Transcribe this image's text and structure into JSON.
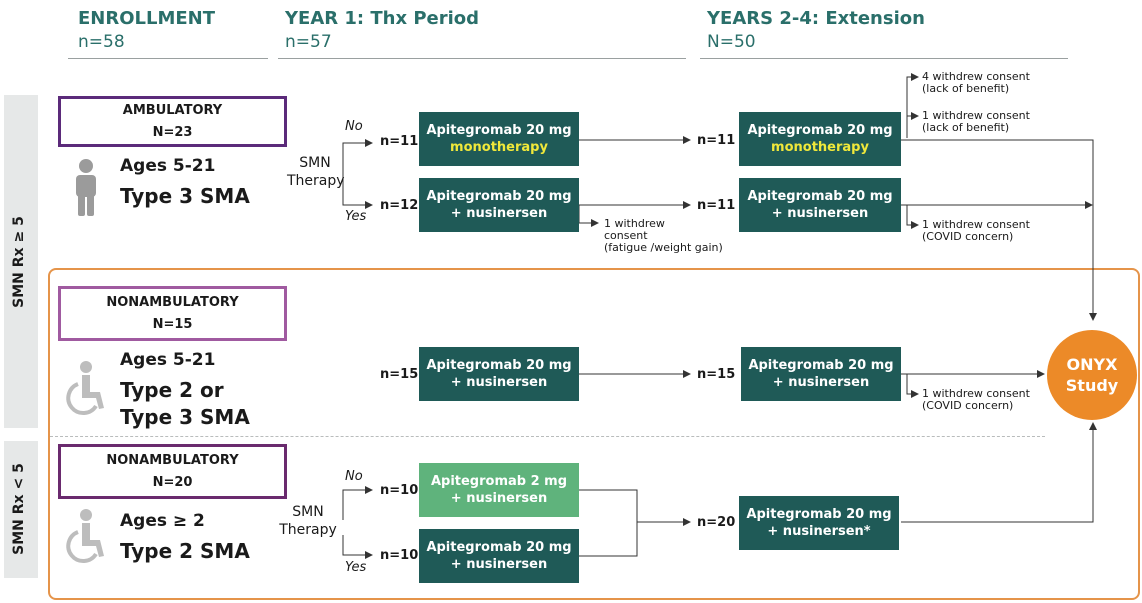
{
  "header": {
    "enrollment": {
      "title": "ENROLLMENT",
      "n": "n=58"
    },
    "year1": {
      "title": "YEAR 1: Thx Period",
      "n": "n=57"
    },
    "years24": {
      "title": "YEARS 2-4: Extension",
      "n": "N=50"
    }
  },
  "side_labels": {
    "upper": "SMN Rx ≥ 5",
    "lower": "SMN Rx < 5"
  },
  "cohorts": {
    "ambulatory": {
      "label": "AMBULATORY",
      "n": "N=23",
      "ages": "Ages 5-21",
      "type_line1": "Type 3 SMA",
      "icon": "standing-person-icon"
    },
    "nonamb1": {
      "label": "NONAMBULATORY",
      "n": "N=15",
      "ages": "Ages 5-21",
      "type_line1": "Type 2 or",
      "type_line2": "Type 3 SMA",
      "icon": "wheelchair-icon"
    },
    "nonamb2": {
      "label": "NONAMBULATORY",
      "n": "N=20",
      "ages": "Ages ≥ 2",
      "type_line1": "Type 2 SMA",
      "icon": "wheelchair-icon"
    }
  },
  "smn_therapy": {
    "line1": "SMN",
    "line2": "Therapy",
    "no": "No",
    "yes": "Yes"
  },
  "counts": {
    "amb_no_y1": "n=11",
    "amb_yes_y1": "n=12",
    "amb_no_y2": "n=11",
    "amb_yes_y2": "n=11",
    "non1_y1": "n=15",
    "non1_y2": "n=15",
    "non2_no_y1": "n=10",
    "non2_yes_y1": "n=10",
    "non2_y2": "n=20"
  },
  "treatments": {
    "amb_mono_y1": {
      "line1": "Apitegromab 20 mg",
      "line2": "monotherapy"
    },
    "amb_nus_y1": {
      "line1": "Apitegromab 20 mg",
      "line2": "+ nusinersen"
    },
    "amb_mono_y2": {
      "line1": "Apitegromab 20 mg",
      "line2": "monotherapy"
    },
    "amb_nus_y2": {
      "line1": "Apitegromab 20 mg",
      "line2": "+ nusinersen"
    },
    "non1_y1": {
      "line1": "Apitegromab 20 mg",
      "line2": "+ nusinersen"
    },
    "non1_y2": {
      "line1": "Apitegromab 20 mg",
      "line2": "+ nusinersen"
    },
    "non2_2mg_y1": {
      "line1": "Apitegromab 2 mg",
      "line2": "+ nusinersen"
    },
    "non2_20mg_y1": {
      "line1": "Apitegromab 20 mg",
      "line2": "+ nusinersen"
    },
    "non2_y2": {
      "line1": "Apitegromab 20 mg",
      "line2": "+ nusinersen*"
    }
  },
  "notes": {
    "w1_l1": "4 withdrew consent",
    "w1_l2": "(lack of benefit)",
    "w2_l1": "1 withdrew consent",
    "w2_l2": "(lack of benefit)",
    "w3_l1": "1 withdrew",
    "w3_l2": "consent",
    "w3_l3": "(fatigue /weight gain)",
    "w4_l1": "1 withdrew consent",
    "w4_l2": "(COVID concern)",
    "w5_l1": "1 withdrew consent",
    "w5_l2": "(COVID concern)"
  },
  "onyx": {
    "line1": "ONYX",
    "line2": "Study"
  },
  "colors": {
    "dark_teal": "#1f5a57",
    "light_green": "#5fb37c",
    "highlight_yellow": "#f0e83a",
    "orange": "#ec8a28",
    "header_teal": "#2a6f6a"
  }
}
